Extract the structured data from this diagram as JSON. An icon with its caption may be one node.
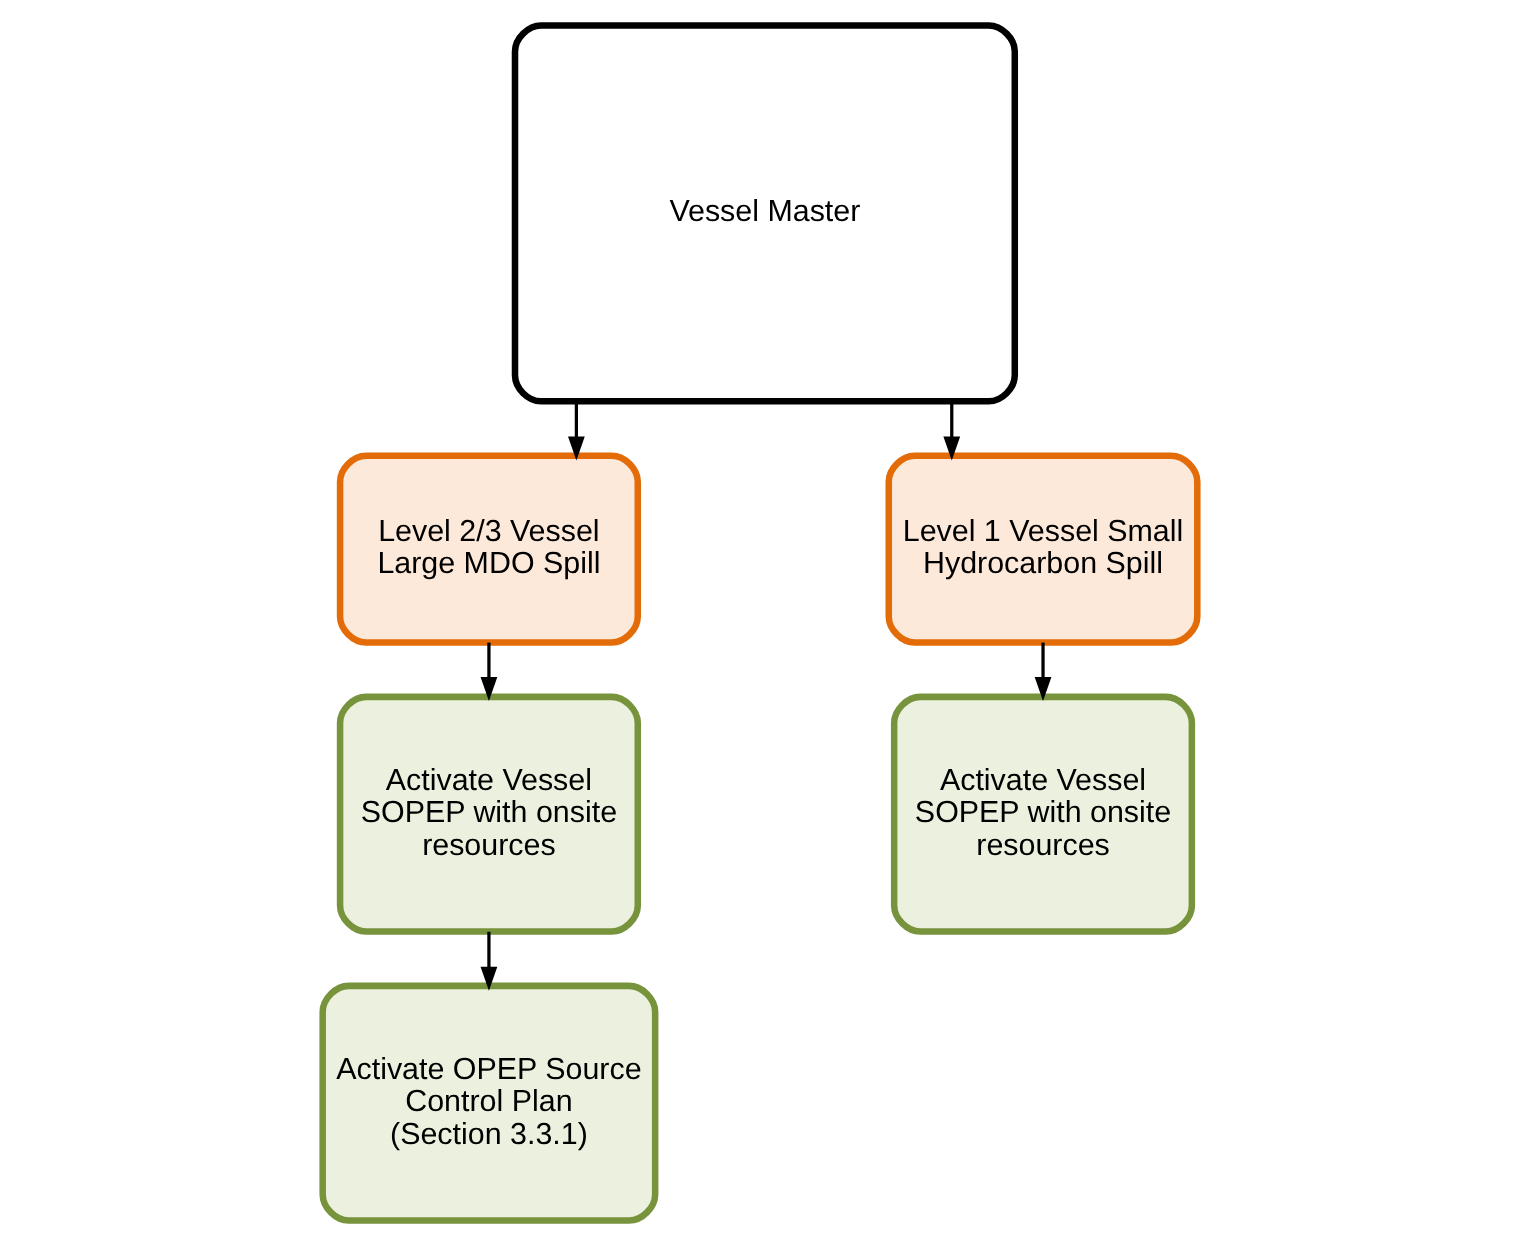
{
  "diagram": {
    "nodes": [
      {
        "text": [
          "Vessel Master"
        ]
      },
      {
        "text": [
          "Level 2/3 Vessel Large MDO Spill"
        ]
      },
      {
        "text": [
          "Level 1 Vessel Small Hydrocarbon Spill"
        ]
      },
      {
        "text": [
          "Activate Vessel SOPEP with onsite resources"
        ]
      },
      {
        "text": [
          "Activate Vessel SOPEP with onsite resources"
        ]
      },
      {
        "text": [
          "Activate OPEP Source Control Plan (Section 3.3.1)"
        ]
      }
    ],
    "edges": [
      {
        "from": 0,
        "to": 1,
        "arrow": "to"
      },
      {
        "from": 0,
        "to": 2,
        "arrow": "to"
      },
      {
        "from": 1,
        "to": 3,
        "arrow": "to"
      },
      {
        "from": 2,
        "to": 4,
        "arrow": "to"
      },
      {
        "from": 3,
        "to": 5,
        "arrow": "to"
      }
    ]
  }
}
